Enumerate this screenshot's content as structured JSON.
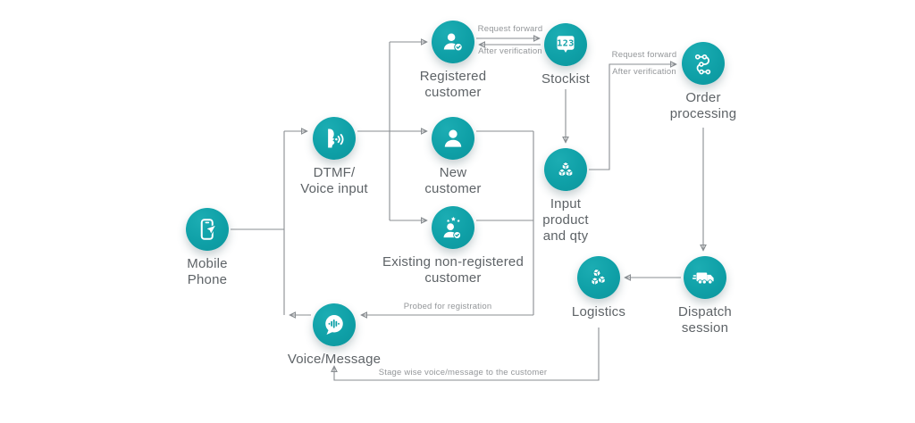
{
  "diagram": {
    "nodes": [
      {
        "id": "mobile-phone",
        "label": "Mobile\nPhone",
        "icon": "phone-send-icon"
      },
      {
        "id": "dtmf-voice-input",
        "label": "DTMF/\nVoice input",
        "icon": "speaking-face-icon"
      },
      {
        "id": "registered-customer",
        "label": "Registered\ncustomer",
        "icon": "person-check-icon"
      },
      {
        "id": "new-customer",
        "label": "New\ncustomer",
        "icon": "person-icon"
      },
      {
        "id": "existing-non-registered-customer",
        "label": "Existing non-registered\ncustomer",
        "icon": "person-stars-check-icon"
      },
      {
        "id": "stockist",
        "label": "Stockist",
        "icon": "numeric-chat-bubble-icon",
        "icon_text": "123"
      },
      {
        "id": "input-product-and-qty",
        "label": "Input\nproduct\nand qty",
        "icon": "cubes-icon"
      },
      {
        "id": "order-processing",
        "label": "Order\nprocessing",
        "icon": "process-flow-icon"
      },
      {
        "id": "logistics",
        "label": "Logistics",
        "icon": "parcel-boxes-icon"
      },
      {
        "id": "dispatch-session",
        "label": "Dispatch\nsession",
        "icon": "delivery-truck-icon"
      },
      {
        "id": "voice-message",
        "label": "Voice/Message",
        "icon": "voice-bubble-icon"
      }
    ],
    "edge_labels": {
      "registered_to_stockist": "Request forward",
      "stockist_to_registered": "After verification",
      "input_to_order": "Request forward",
      "order_to_input": "After verification",
      "probed_for_registration": "Probed for registration",
      "stage_wise_message": "Stage wise voice/message to the customer"
    },
    "colors": {
      "node_teal": "#0FA0A7",
      "line_gray": "#8A8E92",
      "label_gray": "#5E6367",
      "edge_label_gray": "#939699"
    }
  }
}
